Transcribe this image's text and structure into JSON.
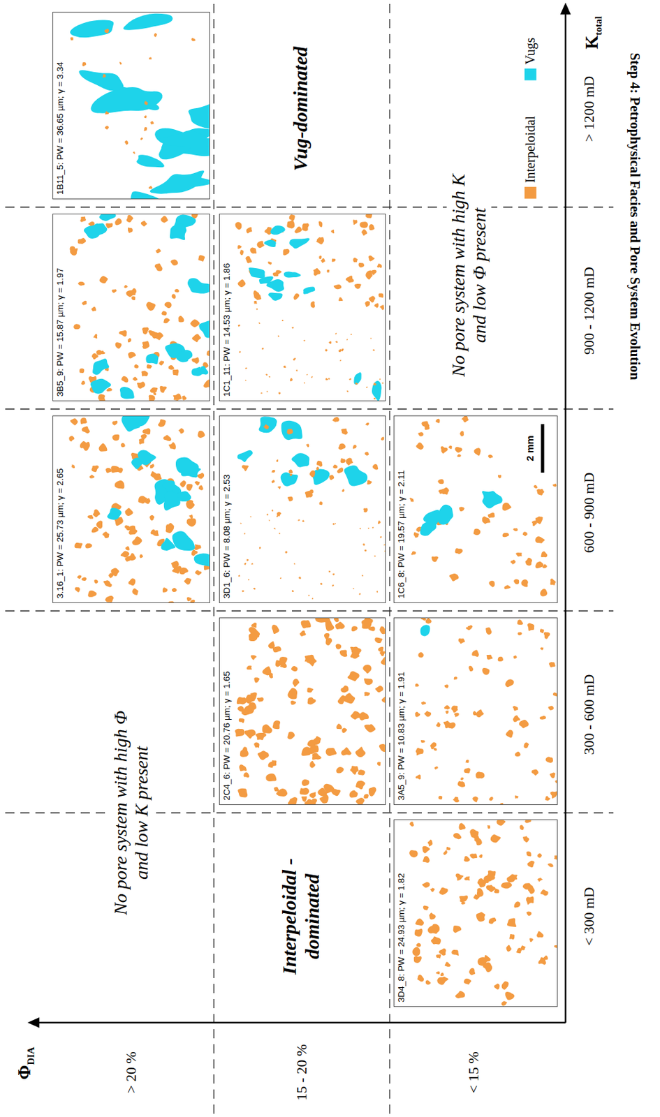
{
  "diagram": {
    "title": "Step 4: Petrophysical Facies and Pore System Evolution",
    "nodes": [
      {
        "text": [
          "1B11_5: PW = 36.65 µm; γ = 3.34"
        ]
      },
      {
        "text": [
          "3B5_9: PW = 15.87 µm; γ = 1.97"
        ]
      },
      {
        "text": [
          "1C1_11: PW = 14.53 µm; γ = 1.86"
        ]
      },
      {
        "text": [
          "3.16_1: PW = 25.73 µm; γ = 2.65"
        ]
      },
      {
        "text": [
          "3D1_6: PW = 8.08 µm; γ = 2.53"
        ]
      },
      {
        "text": [
          "1C6_8: PW = 19.57 µm; γ = 2.11",
          "2 mm"
        ]
      },
      {
        "text": [
          "2C4_6: PW = 20.76 µm; γ = 1.65"
        ]
      },
      {
        "text": [
          "3A5_9: PW = 10.83 µm; γ = 1.91"
        ]
      },
      {
        "text": [
          "3D4_8: PW = 24.93 µm; γ = 1.82"
        ]
      }
    ],
    "labels": [
      "Φ",
      "DIA",
      "> 20 %",
      "15 - 20 %",
      "< 15 %",
      "K",
      "total",
      "< 300 mD",
      "300 - 600 mD",
      "600 - 900 mD",
      "900 - 1200 mD",
      "> 1200 mD",
      "No pore system with high Φ and low K present",
      "Interpeloidal -dominated",
      "Vug-dominated",
      "No pore system with high K and low Φ present"
    ],
    "legend": [
      {
        "text": "Interpeloidal",
        "color": "#f39b42"
      },
      {
        "text": "Vugs",
        "color": "#1ed3ea"
      }
    ]
  }
}
